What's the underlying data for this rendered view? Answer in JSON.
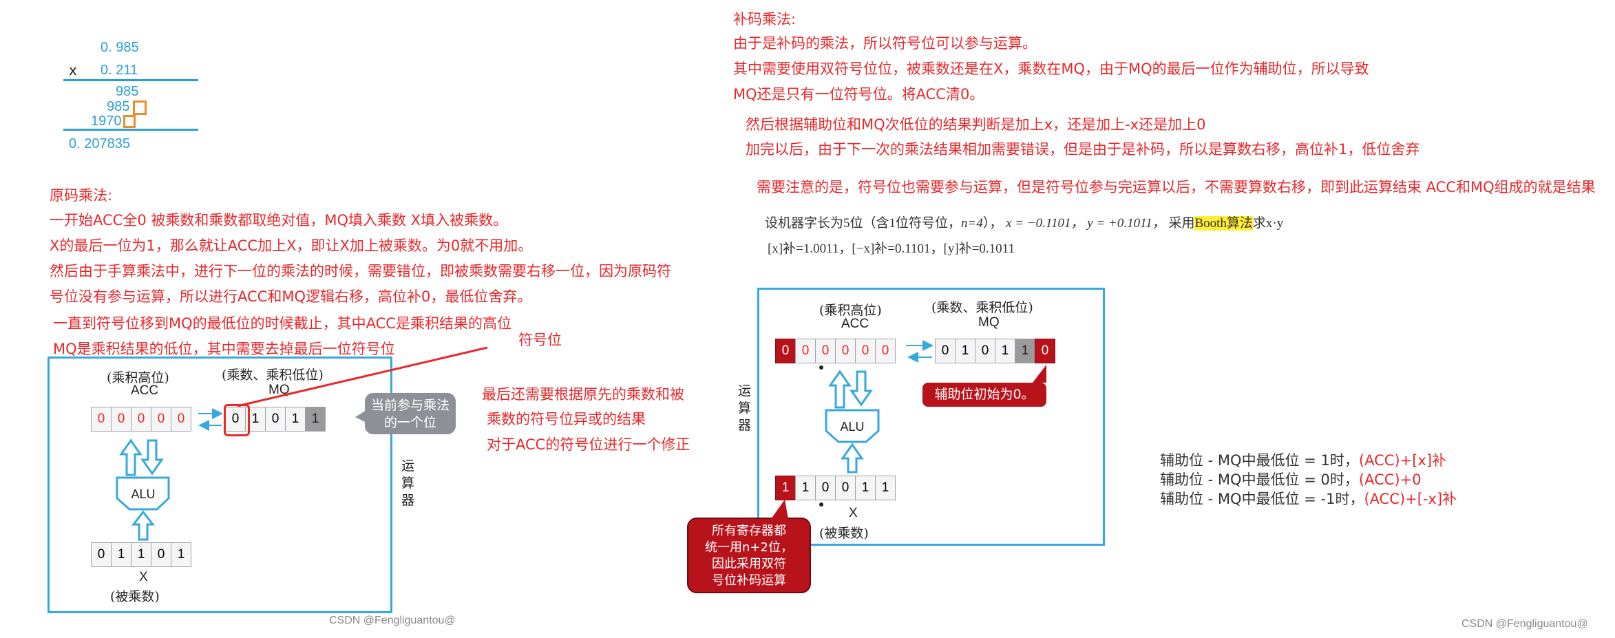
{
  "calc": {
    "top": "0. 985",
    "x_sign": "x",
    "second": "0. 211",
    "partial1": "985",
    "partial2": "985",
    "partial3": "1970",
    "result": "0. 207835"
  },
  "original_mult": {
    "title": "原码乘法:",
    "lines": [
      "一开始ACC全0 被乘数和乘数都取绝对值，MQ填入乘数  X填入被乘数。",
      "X的最后一位为1，那么就让ACC加上X，即让X加上被乘数。为0就不用加。",
      "然后由于手算乘法中，进行下一位的乘法的时候，需要错位，即被乘数需要右移一位，因为原码符",
      "号位没有参与运算，所以进行ACC和MQ逻辑右移，高位补0，最低位舍弃。",
      "一直到符号位移到MQ的最低位的时候截止，其中ACC是乘积结果的高位",
      "MQ是乘积结果的低位，其中需要去掉最后一位符号位"
    ],
    "sign_bit_label": "符号位",
    "final_notes": [
      "最后还需要根据原先的乘数和被",
      "乘数的符号位异或的结果",
      "对于ACC的符号位进行一个修正"
    ]
  },
  "left_diagram": {
    "acc_caption": "(乘积高位)",
    "acc_label": "ACC",
    "mq_caption": "(乘数、乘积低位)",
    "mq_label": "MQ",
    "acc_bits": [
      "0",
      "0",
      "0",
      "0",
      "0"
    ],
    "mq_bits": [
      "0",
      "1",
      "0",
      "1",
      "1"
    ],
    "alu": "ALU",
    "x_bits": [
      "0",
      "1",
      "1",
      "0",
      "1"
    ],
    "x_label": "X",
    "x_caption": "(被乘数)",
    "unit_label": [
      "运",
      "算",
      "器"
    ],
    "callout": "当前参与乘法的一个位"
  },
  "complement_mult": {
    "title": "补码乘法:",
    "lines": [
      "由于是补码的乘法，所以符号位可以参与运算。",
      "其中需要使用双符号位位，被乘数还是在X，乘数在MQ，由于MQ的最后一位作为辅助位，所以导致",
      "MQ还是只有一位符号位。将ACC清0。"
    ],
    "lines2": [
      "然后根据辅助位和MQ次低位的结果判断是加上x，还是加上-x还是加上0",
      "加完以后，由于下一次的乘法结果相加需要错误，但是由于是补码，所以是算数右移，高位补1，低位舍弃"
    ],
    "note": "需要注意的是，符号位也需要参与运算，但是符号位参与完运算以后，不需要算数右移，即到此运算结束 ACC和MQ组成的就是结果"
  },
  "problem": {
    "line1_a": "设机器字长为5位（含1位符号位，",
    "line1_n": "n=4",
    "line1_b": "），",
    "line1_x": "x = −0.1101，",
    "line1_y": "y = +0.1011，",
    "line1_c": "采用",
    "line1_hl": "Booth算法",
    "line1_d": "求x·y",
    "line2": "[x]补=1.0011，[−x]补=0.1101，[y]补=0.1011"
  },
  "right_diagram": {
    "acc_caption": "(乘积高位)",
    "acc_label": "ACC",
    "mq_caption": "(乘数、乘积低位)",
    "mq_label": "MQ",
    "acc_bits": [
      "0",
      "0",
      "0",
      "0",
      "0",
      "0"
    ],
    "mq_bits": [
      "0",
      "1",
      "0",
      "1",
      "1",
      "0"
    ],
    "alu": "ALU",
    "x_bits": [
      "1",
      "1",
      "0",
      "0",
      "1",
      "1"
    ],
    "x_label": "X",
    "x_caption": "(被乘数)",
    "unit_label": [
      "运",
      "算",
      "器"
    ],
    "aux_callout": "辅助位初始为0。",
    "reg_callout": [
      "所有寄存器都",
      "统一用n+2位，",
      "因此采用双符",
      "号位补码运算"
    ]
  },
  "rules": [
    {
      "prefix": "辅助位 - MQ中最低位 = 1时，",
      "action": "(ACC)+[x]补"
    },
    {
      "prefix": "辅助位 - MQ中最低位 = 0时，",
      "action": "(ACC)+0"
    },
    {
      "prefix": "辅助位 - MQ中最低位 = -1时，",
      "action": "(ACC)+[-x]补"
    }
  ],
  "watermark_left": "CSDN @Fengliguantou@",
  "watermark_right": "CSDN @Fengliguantou@",
  "colors": {
    "accent_red": "#e8282b",
    "panel_blue": "#36a9dc",
    "dark_red": "#b8121b",
    "highlight": "#ffee33"
  }
}
